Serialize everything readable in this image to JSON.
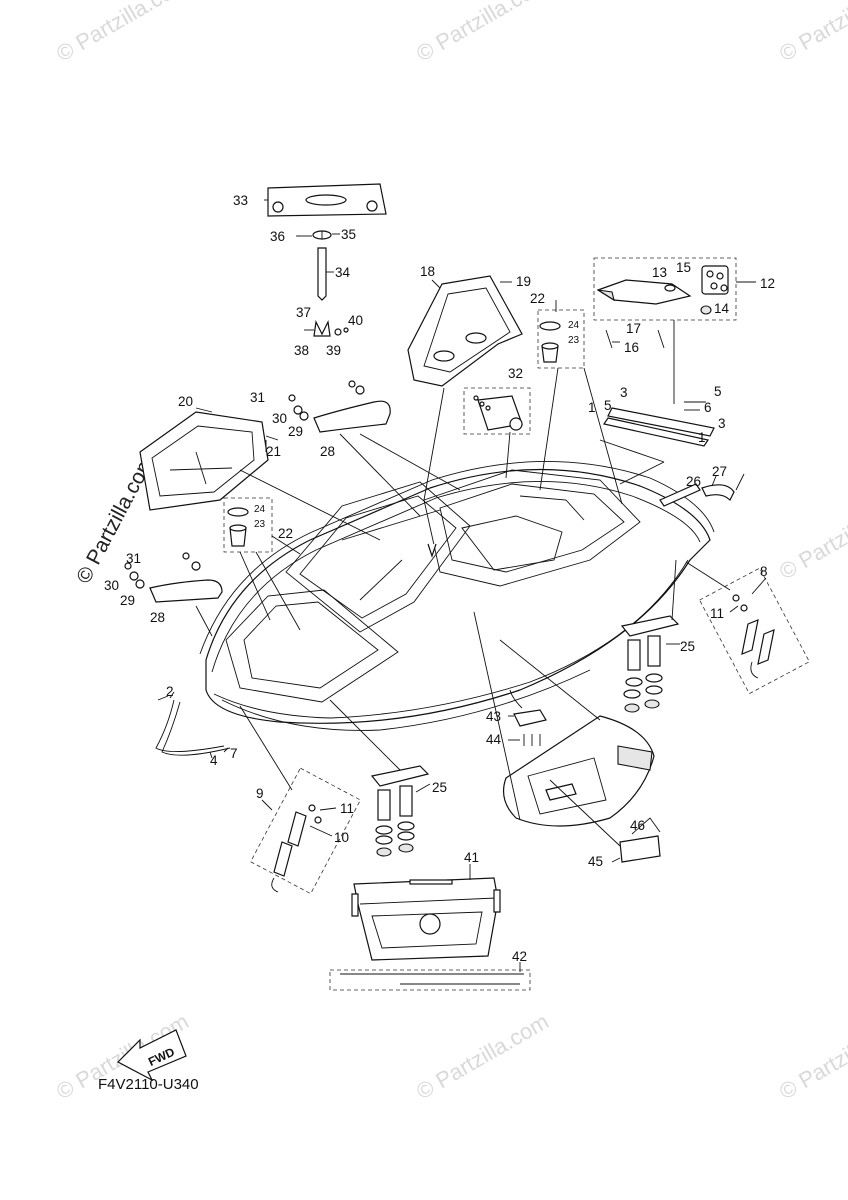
{
  "watermark": {
    "text": "© Partzilla.com",
    "text_rotated": "© Partzilla.com"
  },
  "diagram_code": "F4V2110-U340",
  "fwd_label": "FWD",
  "callouts": {
    "c1a": "1",
    "c1b": "1",
    "c2": "2",
    "c3a": "3",
    "c3b": "3",
    "c4": "4",
    "c5a": "5",
    "c5b": "5",
    "c6": "6",
    "c7": "7",
    "c8": "8",
    "c9": "9",
    "c10": "10",
    "c11a": "11",
    "c11b": "11",
    "c12": "12",
    "c13": "13",
    "c14": "14",
    "c15": "15",
    "c16": "16",
    "c17": "17",
    "c18": "18",
    "c19": "19",
    "c20": "20",
    "c21": "21",
    "c22a": "22",
    "c22b": "22",
    "c23a": "23",
    "c23b": "23",
    "c24a": "24",
    "c24b": "24",
    "c25a": "25",
    "c25b": "25",
    "c26": "26",
    "c27": "27",
    "c28a": "28",
    "c28b": "28",
    "c29a": "29",
    "c29b": "29",
    "c30a": "30",
    "c30b": "30",
    "c31a": "31",
    "c31b": "31",
    "c32": "32",
    "c33": "33",
    "c34": "34",
    "c35": "35",
    "c36": "36",
    "c37": "37",
    "c38": "38",
    "c39": "39",
    "c40": "40",
    "c41": "41",
    "c42": "42",
    "c43": "43",
    "c44": "44",
    "c45": "45",
    "c46": "46"
  }
}
